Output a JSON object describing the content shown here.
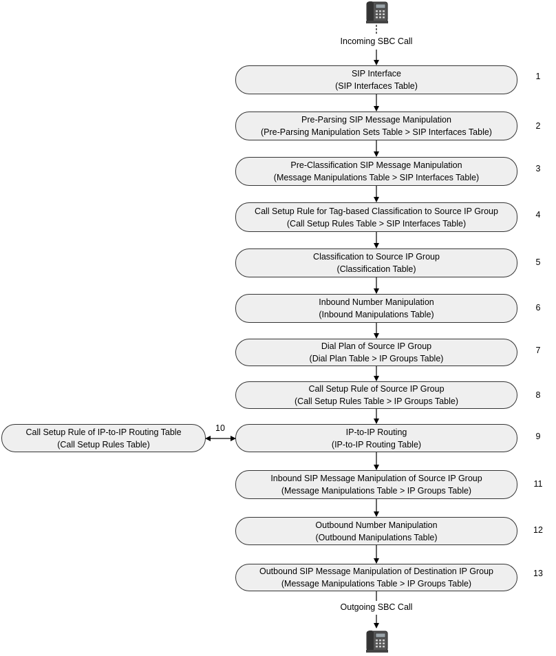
{
  "incoming_label": "Incoming SBC Call",
  "outgoing_label": "Outgoing SBC Call",
  "icons": {
    "top_phone": "telephone-icon",
    "bottom_phone": "telephone-icon"
  },
  "steps": [
    {
      "number": "1",
      "title": "SIP Interface",
      "subtitle": "(SIP Interfaces Table)"
    },
    {
      "number": "2",
      "title": "Pre-Parsing SIP Message Manipulation",
      "subtitle": "(Pre-Parsing Manipulation Sets Table > SIP Interfaces Table)"
    },
    {
      "number": "3",
      "title": "Pre-Classification SIP Message Manipulation",
      "subtitle": "(Message Manipulations Table > SIP Interfaces Table)"
    },
    {
      "number": "4",
      "title": "Call Setup Rule for Tag-based Classification to Source IP Group",
      "subtitle": "(Call Setup Rules Table > SIP Interfaces Table)"
    },
    {
      "number": "5",
      "title": "Classification to Source IP Group",
      "subtitle": "(Classification Table)"
    },
    {
      "number": "6",
      "title": "Inbound Number Manipulation",
      "subtitle": "(Inbound Manipulations Table)"
    },
    {
      "number": "7",
      "title": "Dial Plan of Source IP Group",
      "subtitle": "(Dial Plan Table > IP Groups Table)"
    },
    {
      "number": "8",
      "title": "Call Setup Rule of Source IP Group",
      "subtitle": "(Call Setup Rules Table > IP Groups Table)"
    },
    {
      "number": "9",
      "title": "IP-to-IP Routing",
      "subtitle": "(IP-to-IP Routing Table)"
    },
    {
      "number": "11",
      "title": "Inbound SIP Message Manipulation of Source IP Group",
      "subtitle": "(Message Manipulations Table > IP Groups Table)"
    },
    {
      "number": "12",
      "title": "Outbound Number Manipulation",
      "subtitle": "(Outbound Manipulations Table)"
    },
    {
      "number": "13",
      "title": "Outbound SIP Message Manipulation of Destination IP Group",
      "subtitle": "(Message Manipulations Table > IP Groups Table)"
    }
  ],
  "side_step": {
    "number": "10",
    "title": "Call Setup Rule of IP-to-IP Routing Table",
    "subtitle": "(Call Setup Rules Table)"
  }
}
